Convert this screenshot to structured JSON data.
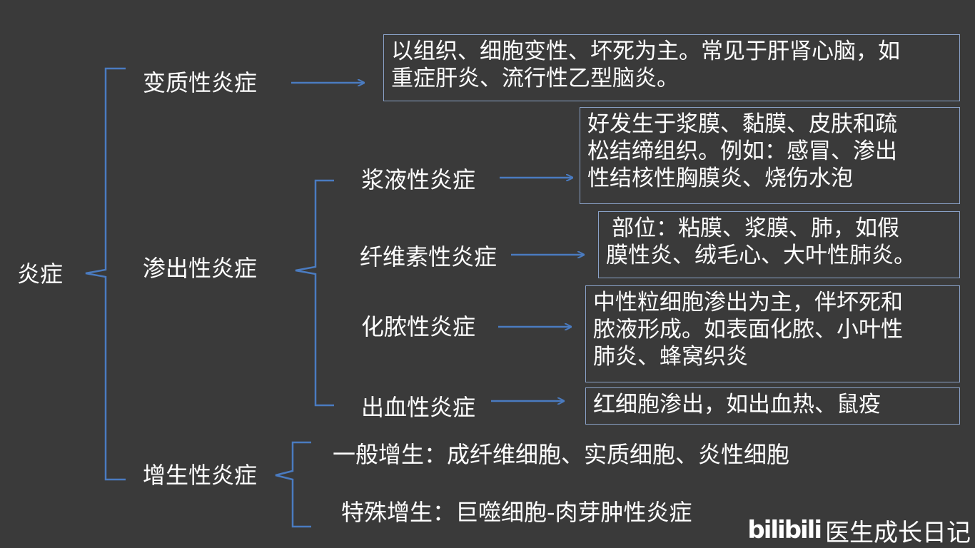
{
  "root": "炎症",
  "branches": {
    "alterative": "变质性炎症",
    "exudative": "渗出性炎症",
    "proliferative": "增生性炎症"
  },
  "alterative_desc": [
    "以组织、细胞变性、坏死为主。常见于肝肾心脑，如",
    "重症肝炎、流行性乙型脑炎。"
  ],
  "exudative_types": {
    "serous": {
      "label": "浆液性炎症",
      "desc": [
        "好发生于浆膜、黏膜、皮肤和疏",
        "松结缔组织。例如：感冒、渗出",
        "性结核性胸膜炎、烧伤水泡"
      ]
    },
    "fibrinous": {
      "label": "纤维素性炎症",
      "desc": [
        "部位：粘膜、浆膜、肺，如假",
        "膜性炎、绒毛心、大叶性肺炎。"
      ]
    },
    "suppurative": {
      "label": "化脓性炎症",
      "desc": [
        "中性粒细胞渗出为主，伴坏死和",
        "脓液形成。如表面化脓、小叶性",
        "肺炎、蜂窝织炎"
      ]
    },
    "hemorrhagic": {
      "label": "出血性炎症",
      "desc": [
        "红细胞渗出，如出血热、鼠疫"
      ]
    }
  },
  "proliferative_types": {
    "general": "一般增生：成纤维细胞、实质细胞、炎性细胞",
    "special": "特殊增生：巨噬细胞-肉芽肿性炎症"
  },
  "watermark": {
    "logo": "bilibili",
    "name": "医生成长日记"
  },
  "colors": {
    "background": "#3a3a3a",
    "line": "#4a7bc0",
    "box_border": "#8aa2c8",
    "text": "#ffffff"
  }
}
